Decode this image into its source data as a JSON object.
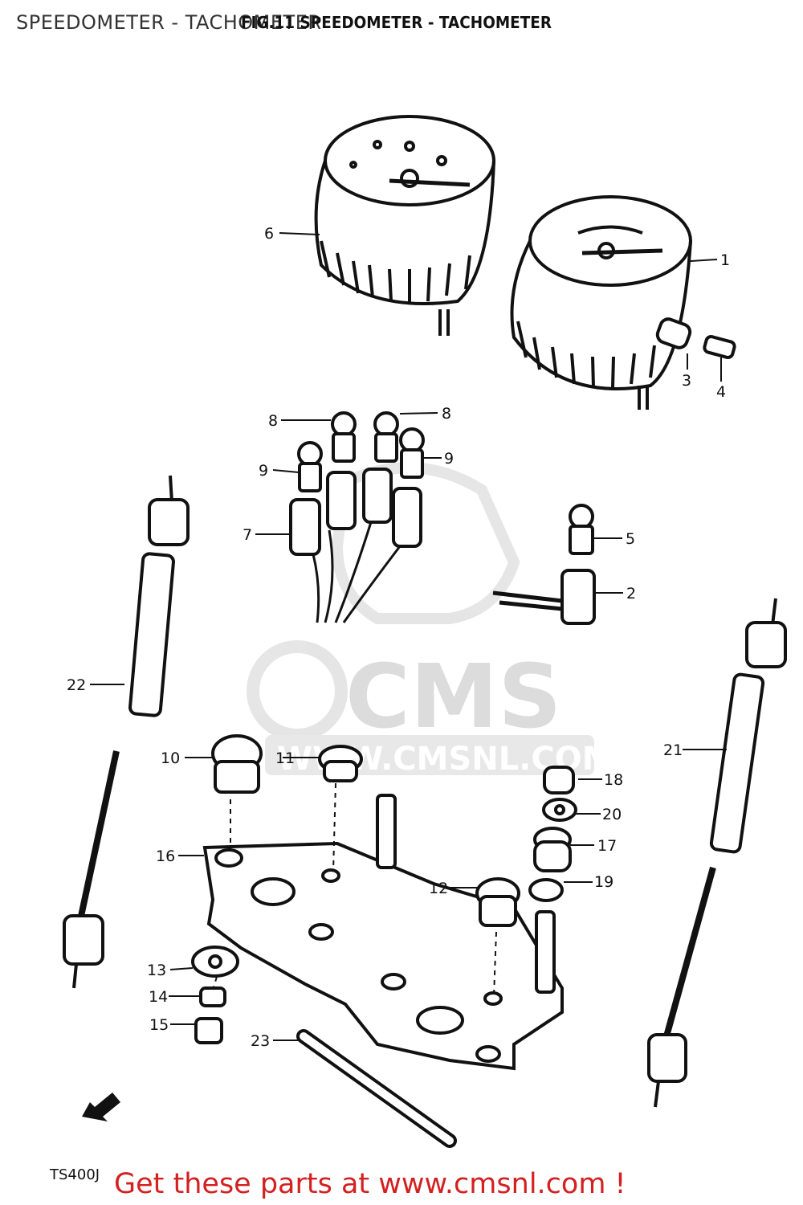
{
  "header": {
    "title": "SPEEDOMETER - TACHOMETER",
    "figure_title": "FIG.11 SPEEDOMETER - TACHOMETER"
  },
  "watermark": {
    "brand": "CMS",
    "url": "WWW.CMSNL.COM"
  },
  "model_code": "TS400J",
  "footer": {
    "text": "Get these parts at www.cmsnl.com !",
    "color": "#d32020"
  },
  "labels": {
    "p1": "1",
    "p2": "2",
    "p3": "3",
    "p4": "4",
    "p5": "5",
    "p6": "6",
    "p7": "7",
    "p8a": "8",
    "p8b": "8",
    "p9a": "9",
    "p9b": "9",
    "p10": "10",
    "p11": "11",
    "p12": "12",
    "p13": "13",
    "p14": "14",
    "p15": "15",
    "p16": "16",
    "p17": "17",
    "p18": "18",
    "p19": "19",
    "p20": "20",
    "p21": "21",
    "p22": "22",
    "p23": "23"
  }
}
